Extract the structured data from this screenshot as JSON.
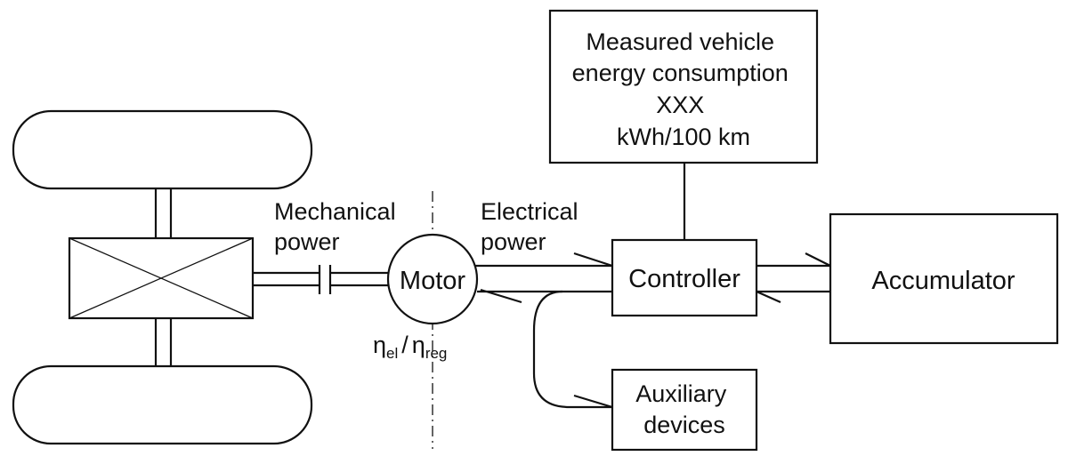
{
  "labels": {
    "mechanical_line1": "Mechanical",
    "mechanical_line2": "power",
    "electrical_line1": "Electrical",
    "electrical_line2": "power",
    "motor": "Motor",
    "eta_symbol": "η",
    "eta_el_sub": "el",
    "eta_separator": "/",
    "eta_reg_sub": "reg",
    "controller": "Controller",
    "accumulator": "Accumulator",
    "auxiliary_line1": "Auxiliary",
    "auxiliary_line2": "devices"
  },
  "measurement_box": {
    "line1": "Measured vehicle",
    "line2": "energy consumption",
    "value": "XXX",
    "unit": "kWh/100 km"
  }
}
